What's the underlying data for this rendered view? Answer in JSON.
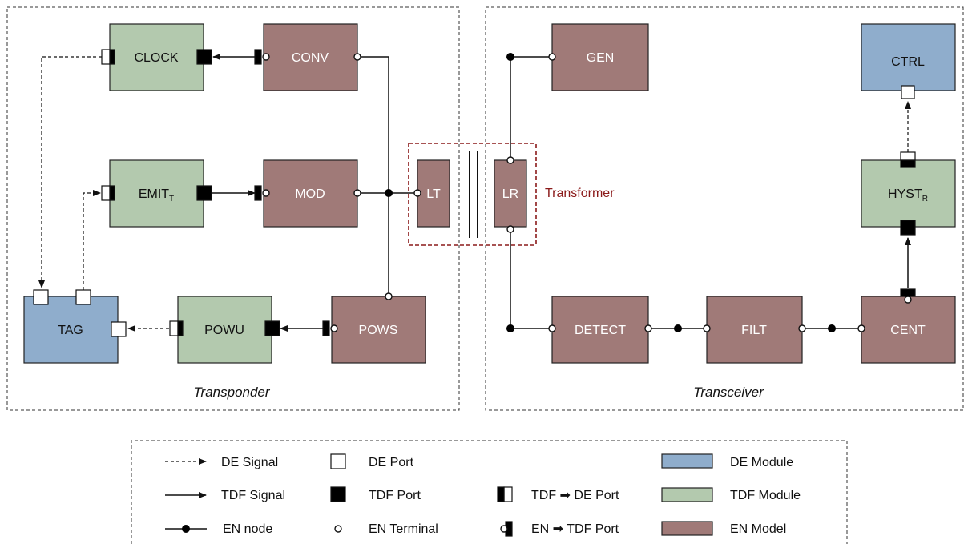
{
  "regions": {
    "transponder": "Transponder",
    "transceiver": "Transceiver"
  },
  "transformer_label": "Transformer",
  "modules": {
    "clock": "CLOCK",
    "conv": "CONV",
    "gen": "GEN",
    "ctrl": "CTRL",
    "emit_main": "EMIT",
    "emit_sub": "T",
    "mod": "MOD",
    "lt": "LT",
    "lr": "LR",
    "hyst_main": "HYST",
    "hyst_sub": "R",
    "tag": "TAG",
    "powu": "POWU",
    "pows": "POWS",
    "detect": "DETECT",
    "filt": "FILT",
    "cent": "CENT"
  },
  "legend": {
    "de_signal": "DE Signal",
    "tdf_signal": "TDF Signal",
    "en_node": "EN node",
    "de_port": "DE Port",
    "tdf_port": "TDF Port",
    "en_terminal": "EN Terminal",
    "tdf_de_port": "TDF ➡ DE Port",
    "en_tdf_port": "EN ➡ TDF Port",
    "de_module": "DE Module",
    "tdf_module": "TDF Module",
    "en_model": "EN Model"
  },
  "colors": {
    "de_module": "#8fadcc",
    "tdf_module": "#b3c9ae",
    "en_model": "#a07a78",
    "transformer": "#8b1a1a"
  }
}
